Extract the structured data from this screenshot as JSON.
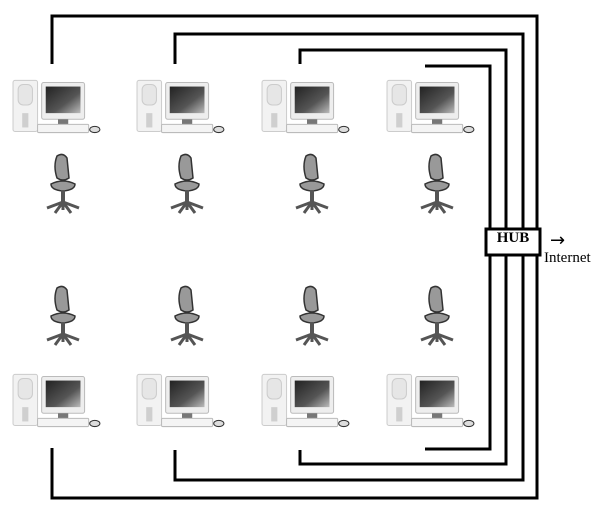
{
  "hub": {
    "label": "HUB"
  },
  "uplink": {
    "label": "Internet",
    "arrow": "→"
  },
  "workstations": {
    "top_row": 4,
    "bottom_row": 4
  }
}
